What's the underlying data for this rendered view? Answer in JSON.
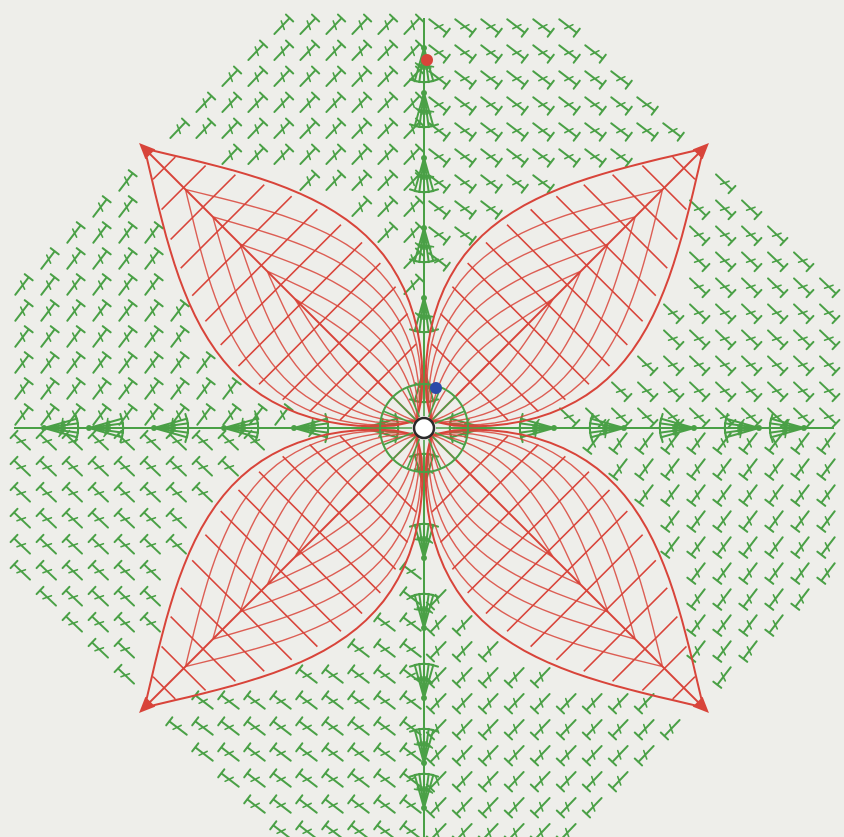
{
  "diagram": {
    "kind": "crochet-chart",
    "symbols": {
      "stitch": "double-crochet",
      "start_ring": "magic-ring",
      "join_marker_outer": "slip-stitch-dot",
      "join_marker_inner": "slip-stitch-dot"
    },
    "colors": {
      "background": "#eeeeea",
      "grid_green": "#4aa046",
      "petal_red": "#d8443a",
      "center_fill": "#ffffff",
      "center_ring": "#2b2b2b",
      "marker_red": "#d8443a",
      "marker_blue": "#2b4aa8"
    },
    "petal_count": 4,
    "outer_shape": "octagon",
    "label_text": ""
  }
}
